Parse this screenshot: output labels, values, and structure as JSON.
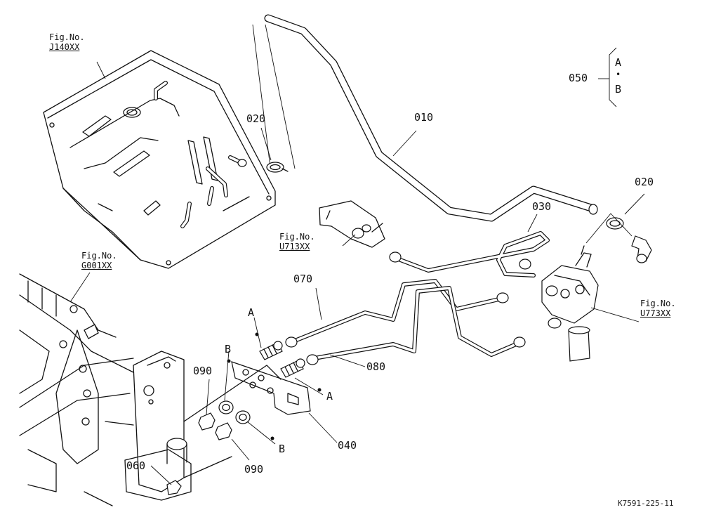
{
  "refs": {
    "j140": {
      "line1": "Fig.No.",
      "line2": "J140XX"
    },
    "u713": {
      "line1": "Fig.No.",
      "line2": "U713XX"
    },
    "g001": {
      "line1": "Fig.No.",
      "line2": "G001XX"
    },
    "u773": {
      "line1": "Fig.No.",
      "line2": "U773XX"
    }
  },
  "parts": {
    "p010": "010",
    "p020a": "020",
    "p020b": "020",
    "p030": "030",
    "p040": "040",
    "p050": "050",
    "p060": "060",
    "p070": "070",
    "p080": "080",
    "p090a": "090",
    "p090b": "090"
  },
  "callouts": {
    "a_top": "A",
    "a_right": "A",
    "b_top": "B",
    "b_bottom": "B"
  },
  "group050": {
    "top": "A",
    "dot": "•",
    "bottom": "B"
  },
  "footer": {
    "code": "K7591-225-11"
  }
}
